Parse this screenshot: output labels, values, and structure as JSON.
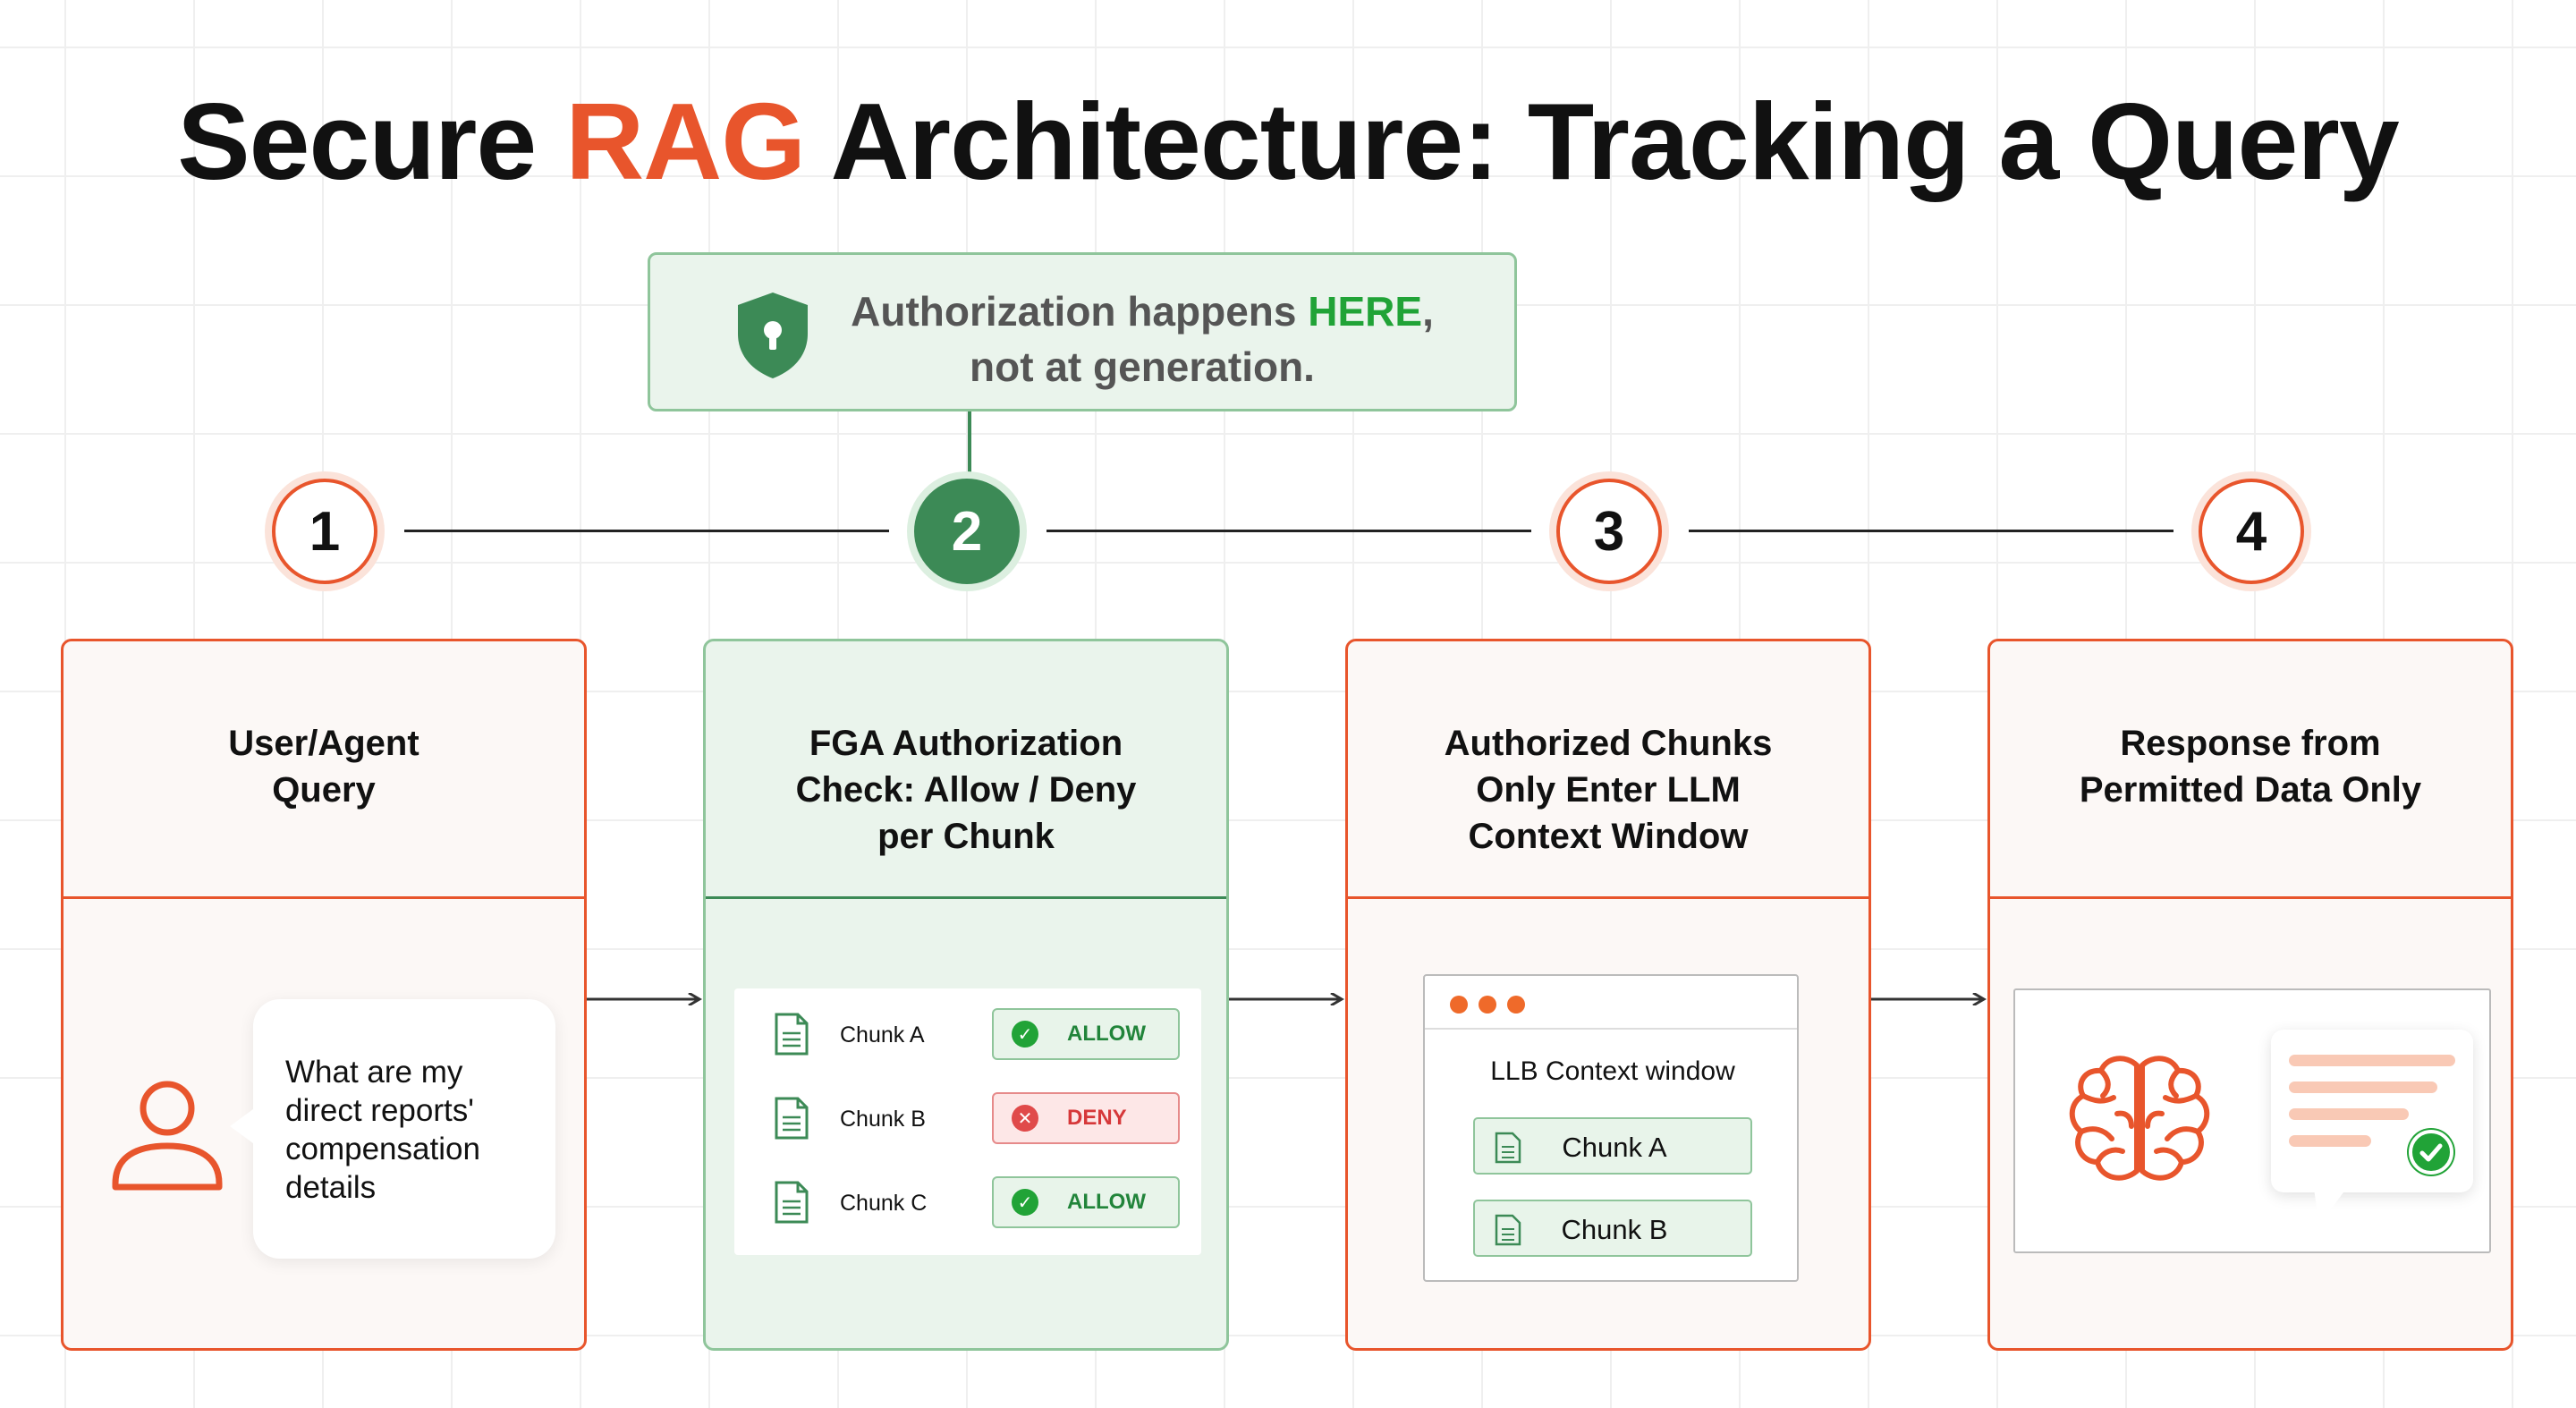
{
  "title": {
    "before": "Secure ",
    "accent": "RAG",
    "after": " Architecture: Tracking a Query",
    "accent_color": "#e8552c"
  },
  "callout": {
    "line1_before": "Authorization happens ",
    "line1_highlight": "HERE",
    "line1_after": ",",
    "line2": "not at generation.",
    "icon": "shield-lock-icon",
    "highlight_color": "#21a337"
  },
  "steps": [
    "1",
    "2",
    "3",
    "4"
  ],
  "cards": [
    {
      "title_lines": [
        "User/Agent",
        "Query"
      ],
      "question_lines": [
        "What are my",
        "direct reports'",
        "compensation",
        "details"
      ]
    },
    {
      "title_lines": [
        "FGA Authorization",
        "Check: Allow / Deny",
        "per Chunk"
      ],
      "chunks": [
        {
          "label": "Chunk A",
          "status": "ALLOW"
        },
        {
          "label": "Chunk B",
          "status": "DENY"
        },
        {
          "label": "Chunk C",
          "status": "ALLOW"
        }
      ]
    },
    {
      "title_lines": [
        "Authorized Chunks",
        "Only Enter LLM",
        "Context Window"
      ],
      "window_title": "LLB Context window",
      "chunks": [
        "Chunk A",
        "Chunk B"
      ]
    },
    {
      "title_lines": [
        "Response from",
        "Permitted Data Only"
      ],
      "icons": [
        "brain-icon",
        "response-bubble-icon",
        "check-icon"
      ]
    }
  ],
  "colors": {
    "orange": "#e8552c",
    "green": "#3c8a56",
    "allow": "#21a337",
    "deny": "#e04a4a"
  }
}
